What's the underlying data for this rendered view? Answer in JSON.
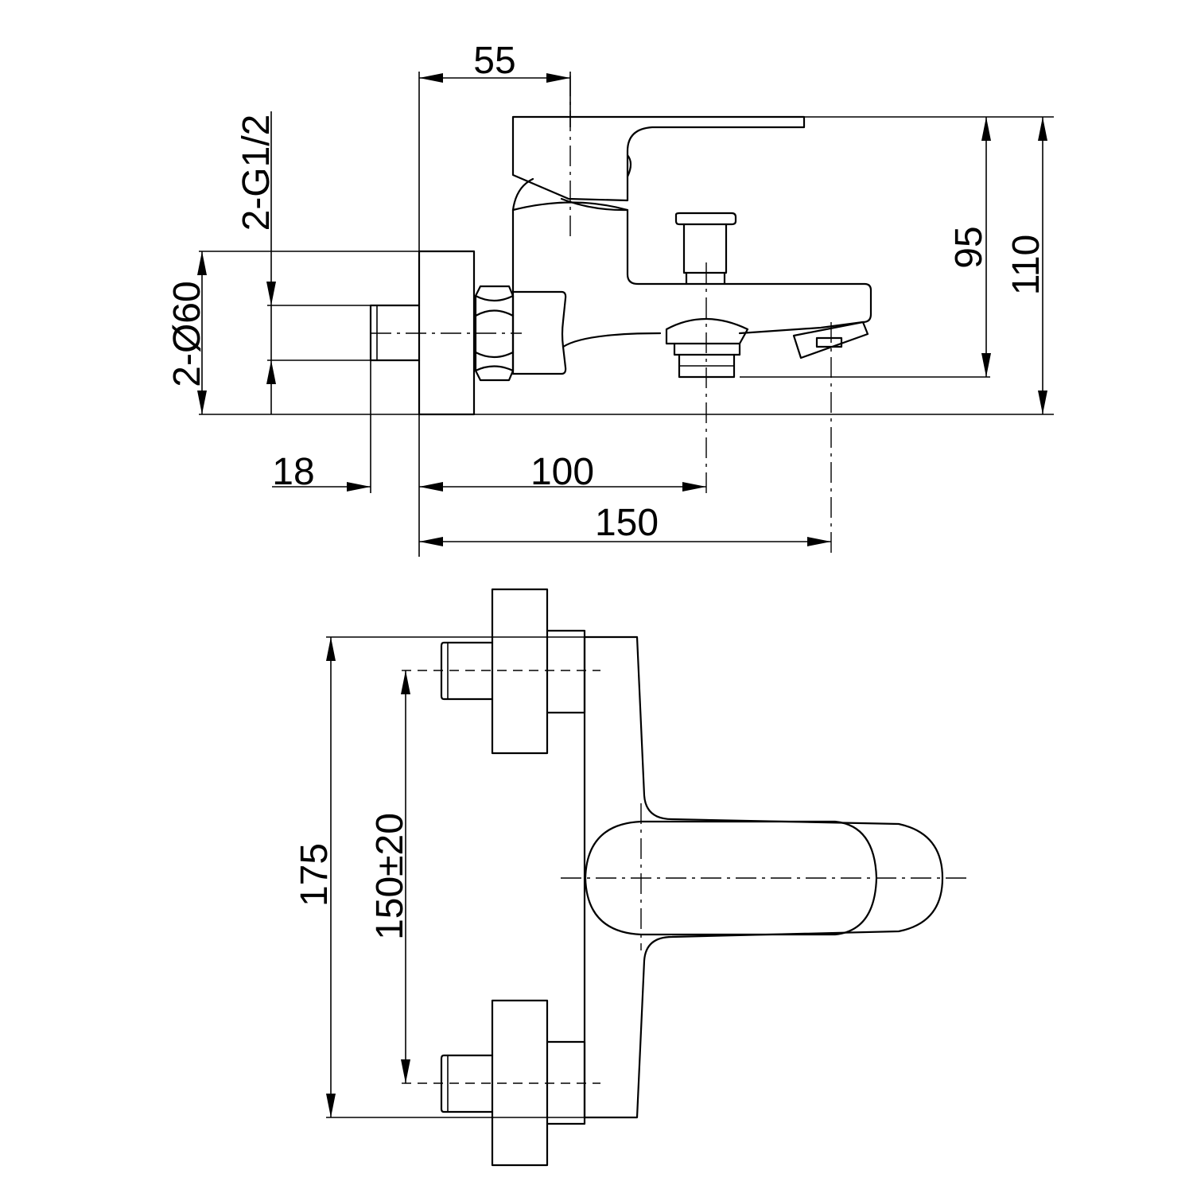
{
  "drawing": {
    "dimensions": {
      "top_offset": "55",
      "thread_spec": "2-G1/2",
      "flange_diameter": "2-Ø60",
      "height_to_spout": "95",
      "overall_height": "110",
      "thread_length": "18",
      "wall_to_diverter": "100",
      "wall_to_spout": "150",
      "overall_width": "175",
      "inlet_spacing": "150±20"
    },
    "colors": {
      "line": "#000000",
      "background": "#ffffff"
    }
  }
}
